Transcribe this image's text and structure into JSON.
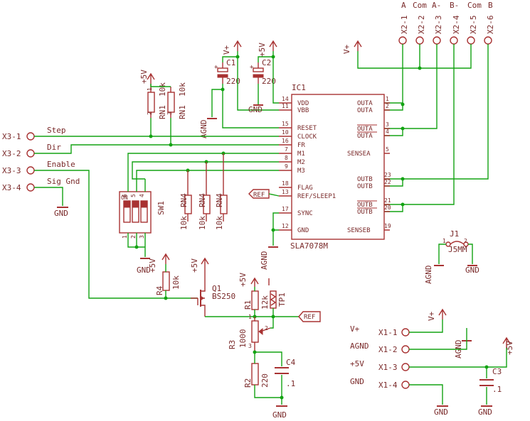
{
  "connectors": {
    "x3": [
      {
        "ref": "X3-1",
        "signal": "Step"
      },
      {
        "ref": "X3-2",
        "signal": "Dir"
      },
      {
        "ref": "X3-3",
        "signal": "Enable"
      },
      {
        "ref": "X3-4",
        "signal": "Sig Gnd"
      }
    ],
    "x2": [
      {
        "ref": "X2-1",
        "signal": "A"
      },
      {
        "ref": "X2-2",
        "signal": "Com"
      },
      {
        "ref": "X2-3",
        "signal": "A-"
      },
      {
        "ref": "X2-4",
        "signal": "B-"
      },
      {
        "ref": "X2-5",
        "signal": "Com"
      },
      {
        "ref": "X2-6",
        "signal": "B"
      }
    ],
    "x1": [
      {
        "ref": "X1-1",
        "signal": "V+"
      },
      {
        "ref": "X1-2",
        "signal": "AGND"
      },
      {
        "ref": "X1-3",
        "signal": "+5V"
      },
      {
        "ref": "X1-4",
        "signal": "GND"
      }
    ]
  },
  "ic1": {
    "ref": "IC1",
    "part": "SLA7078M",
    "left_pins": [
      {
        "num": "14",
        "name": "VDD"
      },
      {
        "num": "11",
        "name": "VBB"
      },
      {
        "num": "15",
        "name": "RESET"
      },
      {
        "num": "10",
        "name": "CLOCK"
      },
      {
        "num": "16",
        "name": "FR"
      },
      {
        "num": "7",
        "name": "M1"
      },
      {
        "num": "8",
        "name": "M2"
      },
      {
        "num": "9",
        "name": "M3"
      },
      {
        "num": "18",
        "name": "FLAG"
      },
      {
        "num": "13",
        "name": "REF/SLEEP1"
      },
      {
        "num": "17",
        "name": "SYNC"
      },
      {
        "num": "12",
        "name": "GND"
      }
    ],
    "right_pins": [
      {
        "num": "1",
        "name": "OUTA"
      },
      {
        "num": "2",
        "name": "OUTA"
      },
      {
        "num": "3",
        "name": "OUTA"
      },
      {
        "num": "4",
        "name": "OUTA"
      },
      {
        "num": "5",
        "name": "SENSEA"
      },
      {
        "num": "23",
        "name": "OUTB"
      },
      {
        "num": "22",
        "name": "OUTB"
      },
      {
        "num": "21",
        "name": "OUTB"
      },
      {
        "num": "20",
        "name": "OUTB"
      },
      {
        "num": "19",
        "name": "SENSEB"
      }
    ]
  },
  "parts": {
    "c1": {
      "ref": "C1",
      "value": "220"
    },
    "c2": {
      "ref": "C2",
      "value": "220"
    },
    "c3": {
      "ref": "C3",
      "value": ".1"
    },
    "c4": {
      "ref": "C4",
      "value": ".1"
    },
    "rn1": {
      "ref": "RN1",
      "value": "10k"
    },
    "rn4": {
      "ref": "RN4",
      "value": "10k"
    },
    "r1": {
      "ref": "R1",
      "value": "12k"
    },
    "r2": {
      "ref": "R2",
      "value": "220"
    },
    "r3": {
      "ref": "R3",
      "value": "1000"
    },
    "r4": {
      "ref": "R4",
      "value": "10k"
    },
    "q1": {
      "ref": "Q1",
      "value": "BS250"
    },
    "tp1": {
      "ref": "TP1"
    },
    "sw1": {
      "ref": "SW1",
      "on": "ON"
    },
    "j1": {
      "ref": "J1",
      "value": "J5MM"
    }
  },
  "nets": {
    "vplus": "V+",
    "p5v": "+5V",
    "gnd": "GND",
    "agnd": "AGND",
    "ref": "REF"
  }
}
